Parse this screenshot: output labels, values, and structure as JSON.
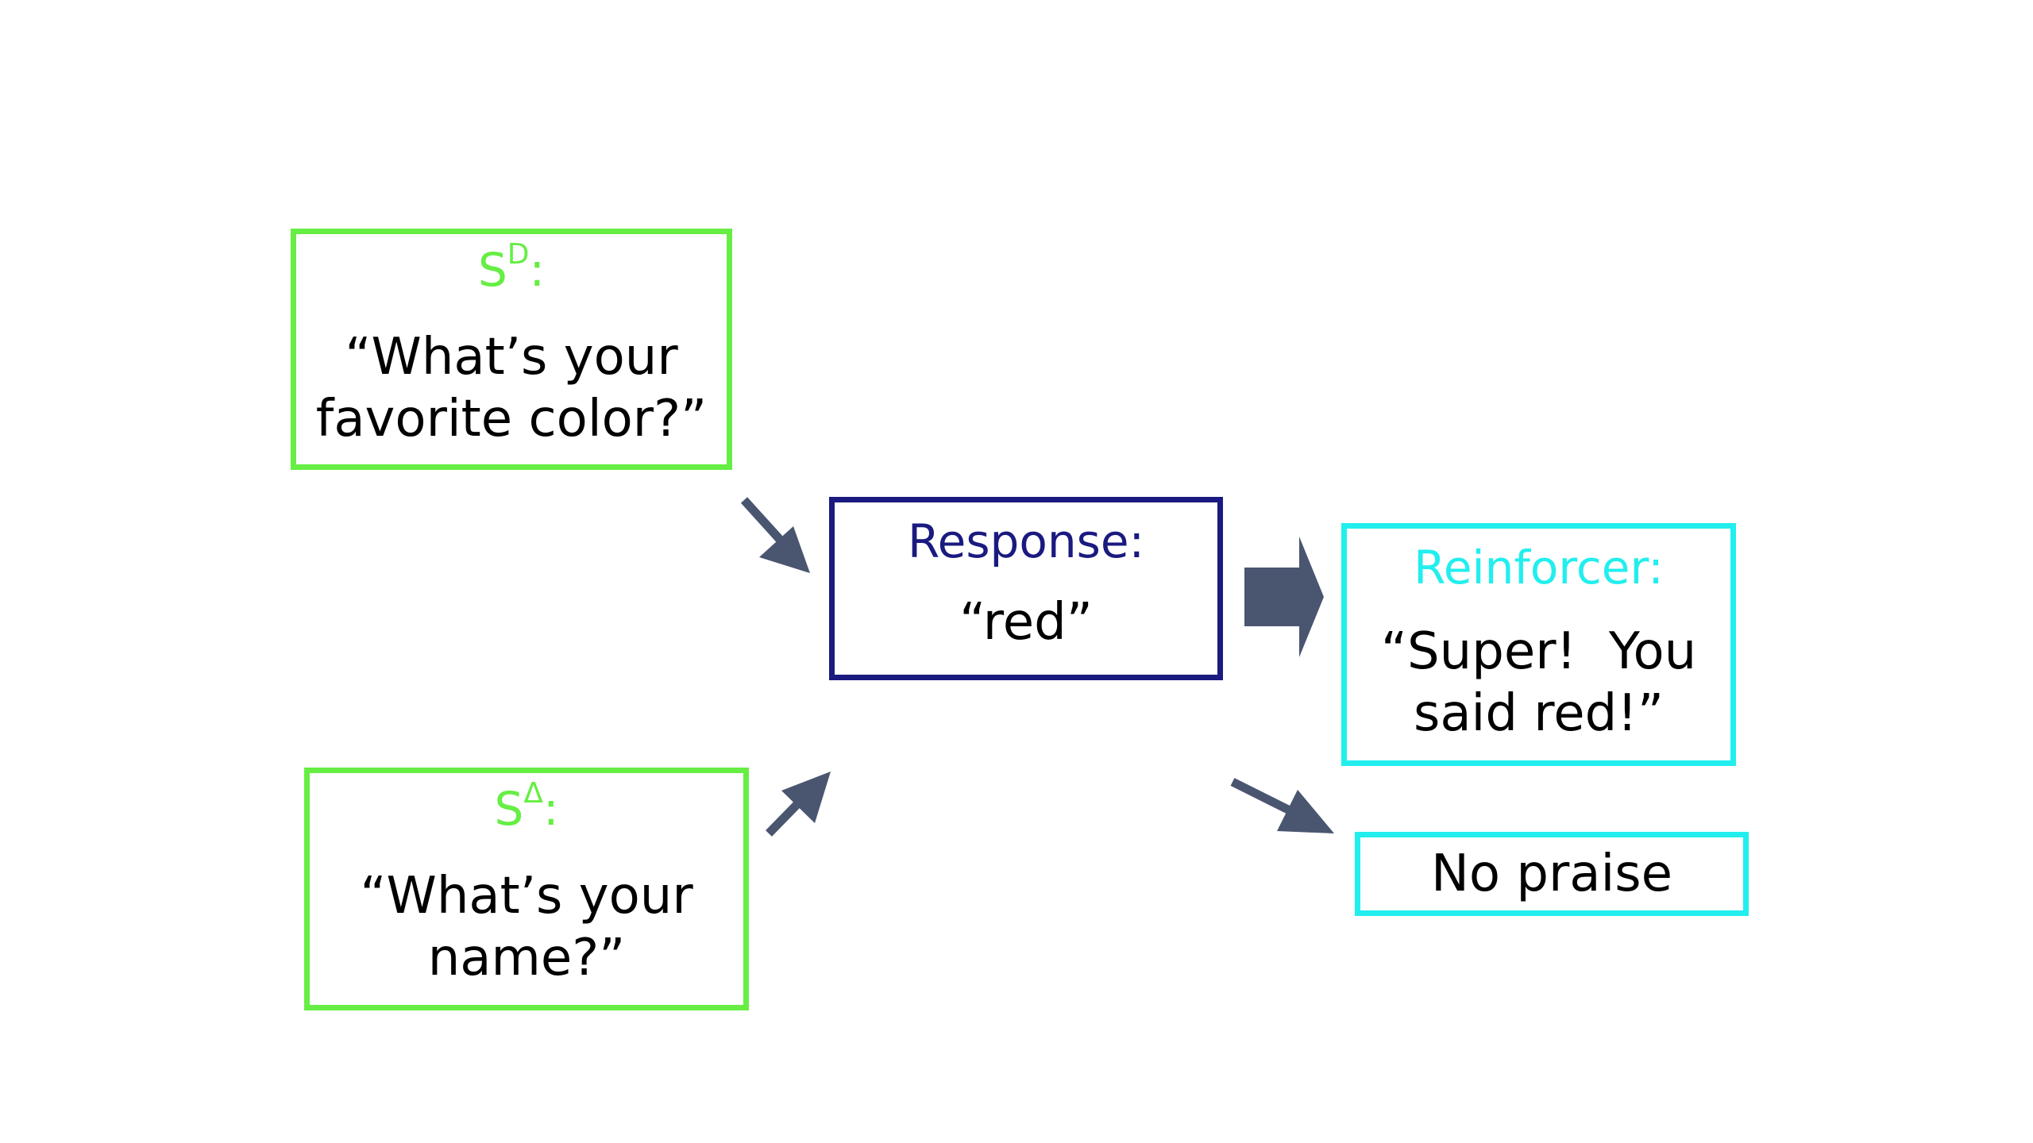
{
  "colors": {
    "green": "#66ee44",
    "navy": "#1a1a80",
    "cyan": "#22eeee",
    "arrow": "#4a5570"
  },
  "sd": {
    "label_base": "S",
    "label_sup": "D",
    "label_suffix": ":",
    "line1": "“What’s your",
    "line2": "favorite color?”"
  },
  "sdelta": {
    "label_base": "S",
    "label_sup": "Δ",
    "label_suffix": ":",
    "line1": "“What’s your",
    "line2": "name?”"
  },
  "response": {
    "title": "Response:",
    "body": "“red”"
  },
  "reinforcer": {
    "title": "Reinforcer:",
    "line1": "“Super!  You",
    "line2": "said red!”"
  },
  "no_praise": {
    "text": "No praise"
  },
  "arrows": [
    {
      "name": "sd-to-response-arrow-icon"
    },
    {
      "name": "sdelta-to-response-arrow-icon"
    },
    {
      "name": "response-to-reinforcer-block-arrow-icon"
    },
    {
      "name": "response-to-no-praise-arrow-icon"
    }
  ]
}
